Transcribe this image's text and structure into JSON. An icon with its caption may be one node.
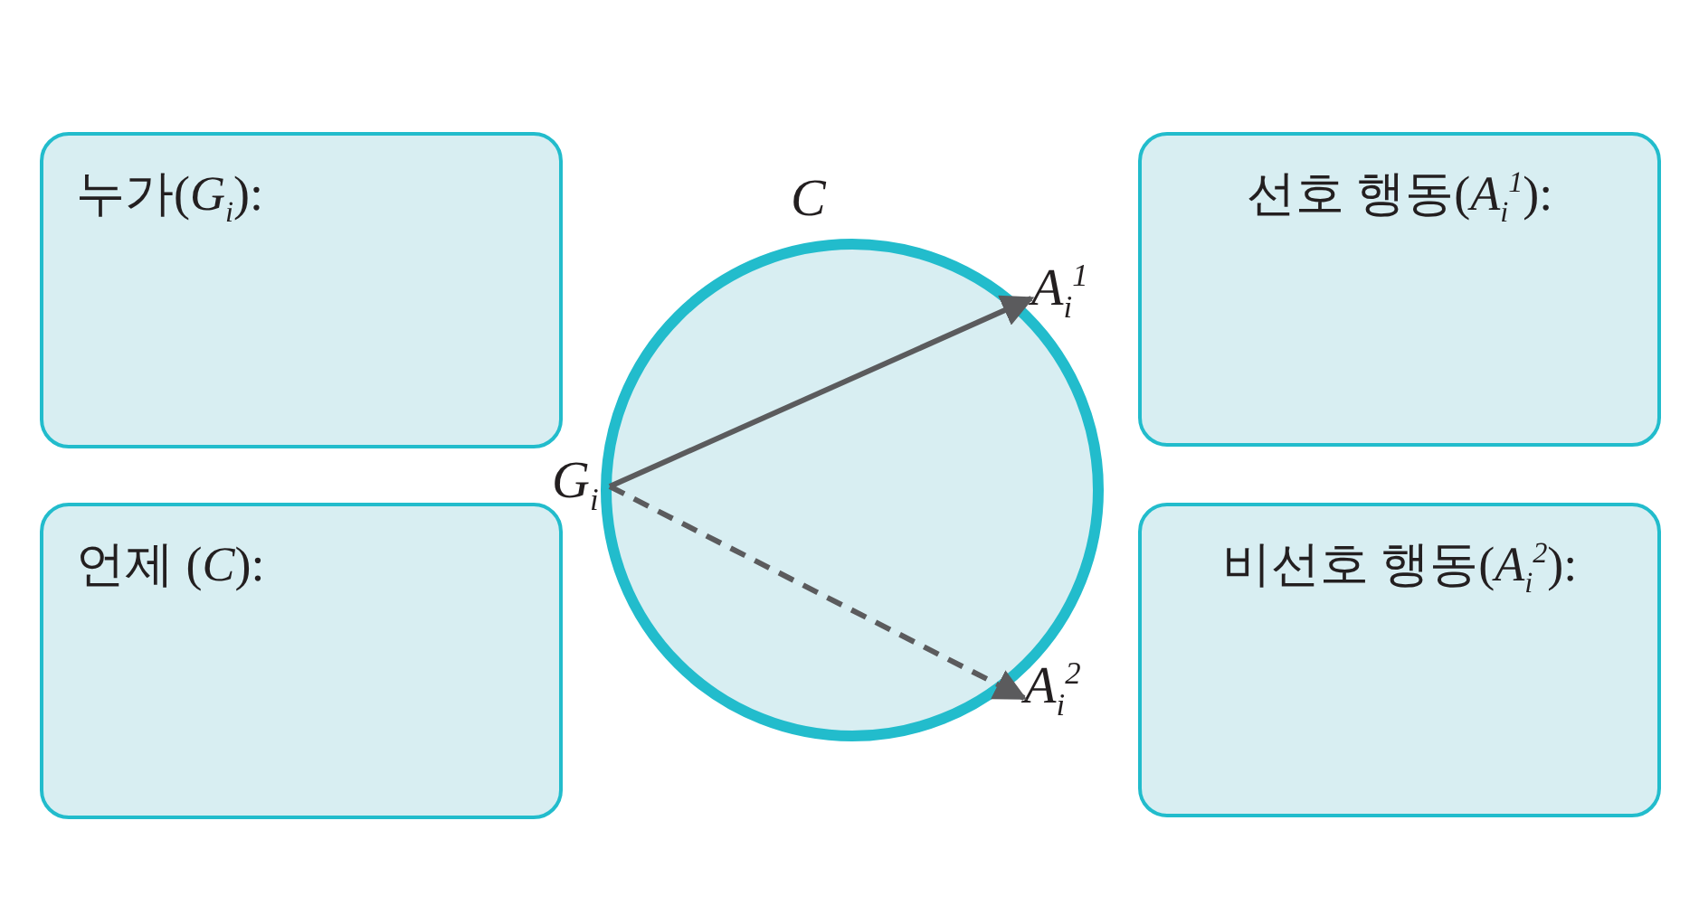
{
  "diagram": {
    "nodes": [
      {
        "text": [
          "누가(*G*$_{i}$):"
        ]
      },
      {
        "text": [
          "언제 (*C*):"
        ]
      },
      {
        "text": [
          "선호 행동(*A*$_{i}$$^{1}$):"
        ]
      },
      {
        "text": [
          "비선호 행동(*A*$_{i}$$^{2}$):"
        ]
      },
      {
        "text": [
          "*C*"
        ]
      },
      {
        "text": [
          "*G*$_{i}$"
        ]
      },
      {
        "text": [
          "*A*$_{i}$$^{1}$"
        ],
        "in": 4
      },
      {
        "text": [
          "*A*$_{i}$$^{2}$"
        ],
        "in": 4
      }
    ],
    "edges": [
      {
        "from": 5,
        "to": 6,
        "arrow": "to"
      },
      {
        "from": 5,
        "to": 7,
        "arrow": "to",
        "style": "dashed"
      }
    ]
  }
}
